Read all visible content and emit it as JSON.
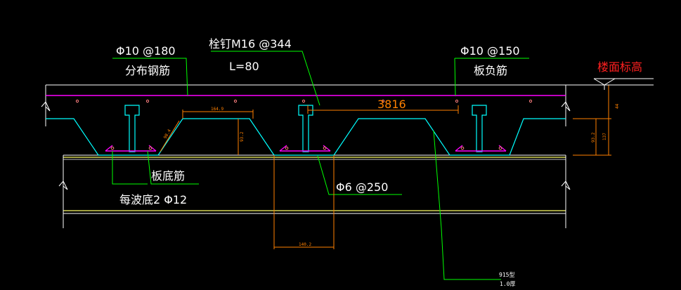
{
  "labels": {
    "top_distribution_bar_spec": "Φ10 @180",
    "top_distribution_bar_name": "分布钢筋",
    "stud_spec": "栓钉M16 @344",
    "stud_length": "L=80",
    "negative_bar_spec": "Φ10 @150",
    "negative_bar_name": "板负筋",
    "floor_elevation": "楼面标高",
    "span_dim": "3816",
    "bottom_bar_name": "板底筋",
    "bottom_bar_spec": "每波底2 Φ12",
    "stirrup_spec": "Φ6 @250",
    "rib_top_dim": "164.9",
    "rib_bottom_dim": "140.2",
    "rib_slope_dim": "98.4",
    "rib_height_dim": "93.2",
    "top_thickness_dim": "44",
    "right_rib_height_dim": "93.2",
    "right_total_dim": "137",
    "deck_type": "915型",
    "deck_thickness": "1.0厚"
  },
  "colors": {
    "background": "#000000",
    "deck": "#00ffff",
    "rebar": "#ff00ff",
    "leader": "#00ff00",
    "text": "#ffffff",
    "dimension": "#ff8000",
    "beam": "#ffff66",
    "elevation_text": "#ff2020"
  }
}
